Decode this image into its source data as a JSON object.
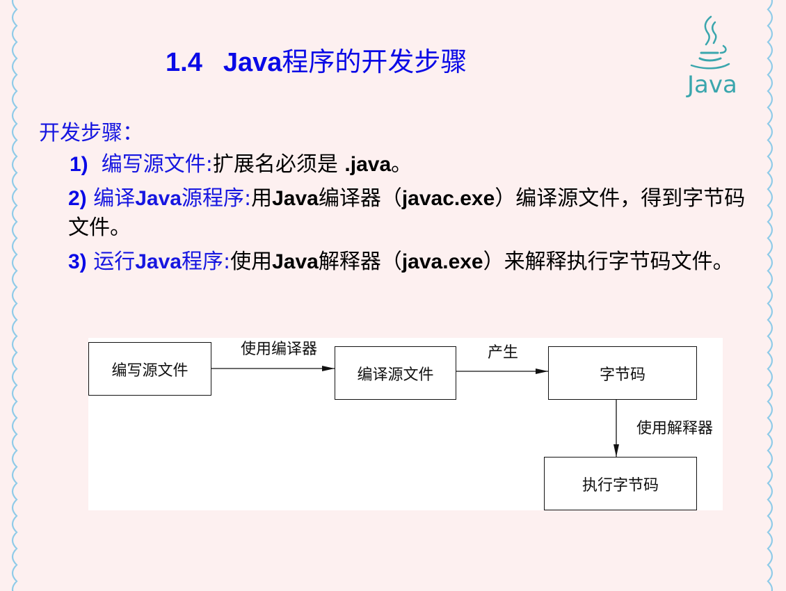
{
  "slide": {
    "title_number": "1.4",
    "title_java": "Java",
    "title_rest": "程序的开发步骤",
    "logo_text": "Java",
    "logo_icon": "java-coffee-cup-icon",
    "border_icon": "scalloped-border",
    "colors": {
      "background": "#fdf0f0",
      "title": "#0a0ae6",
      "scallop": "#8fcbe8",
      "logo": "#3aa6ad"
    }
  },
  "content": {
    "heading": "开发步骤：",
    "steps": [
      {
        "num": "1)",
        "head": "编写源文件:",
        "body_a": "扩展名必须是 ",
        "body_b": ".java",
        "body_c": "。"
      },
      {
        "num": "2)",
        "head_a": "编译",
        "head_java": "Java",
        "head_b": "源程序:",
        "body_a": "用",
        "body_java": "Java",
        "body_b": "编译器（",
        "body_exe": "javac.exe",
        "body_c": "）编译源文件，得到字节码文件。"
      },
      {
        "num": "3)",
        "head_a": "运行",
        "head_java": "Java",
        "head_b": "程序:",
        "body_a": "使用",
        "body_java": "Java",
        "body_b": "解释器（",
        "body_exe": "java.exe",
        "body_c": "）来解释执行字节码文件。"
      }
    ]
  },
  "diagram": {
    "nodes": [
      {
        "id": "write",
        "label": "编写源文件"
      },
      {
        "id": "compile",
        "label": "编译源文件"
      },
      {
        "id": "bytecode",
        "label": "字节码"
      },
      {
        "id": "execute",
        "label": "执行字节码"
      }
    ],
    "edges": [
      {
        "from": "write",
        "to": "compile",
        "label": "使用编译器"
      },
      {
        "from": "compile",
        "to": "bytecode",
        "label": "产生"
      },
      {
        "from": "bytecode",
        "to": "execute",
        "label": "使用解释器"
      }
    ]
  }
}
